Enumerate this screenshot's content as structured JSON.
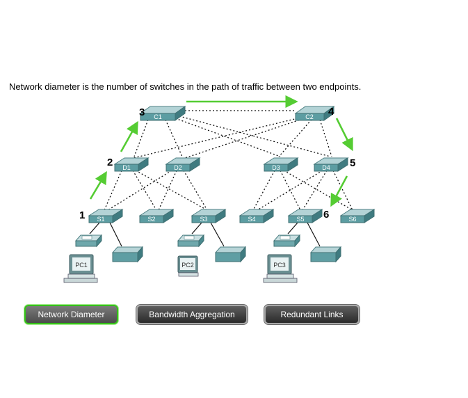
{
  "caption": "Network diameter is the number of switches in the path of traffic between two endpoints.",
  "switches": {
    "c1": "C1",
    "c2": "C2",
    "d1": "D1",
    "d2": "D2",
    "d3": "D3",
    "d4": "D4",
    "s1": "S1",
    "s2": "S2",
    "s3": "S3",
    "s4": "S4",
    "s5": "S5",
    "s6": "S6"
  },
  "hosts": {
    "pc1": "PC1",
    "pc2": "PC2",
    "pc3": "PC3"
  },
  "path_numbers": [
    "1",
    "2",
    "3",
    "4",
    "5",
    "6"
  ],
  "buttons": {
    "network_diameter": "Network Diameter",
    "bandwidth_aggregation": "Bandwidth Aggregation",
    "redundant_links": "Redundant Links"
  },
  "colors": {
    "arrow": "#55cc33",
    "switch": "#5f9ea3",
    "active_border": "#35c01a"
  }
}
